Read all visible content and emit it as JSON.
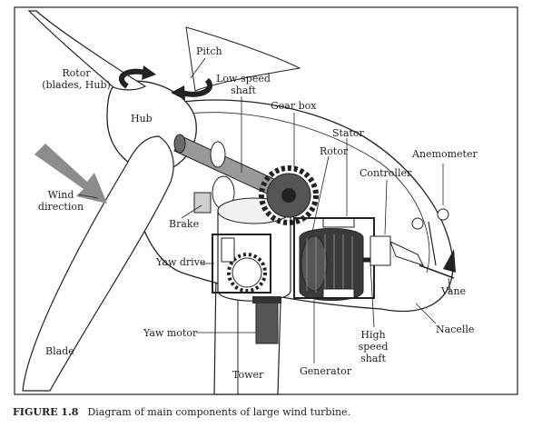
{
  "labels": {
    "pitch": "Pitch",
    "rotor_hub": "Rotor\n(blades, Hub)",
    "low_speed_shaft": "Low-speed\nshaft",
    "gear_box": "Gear box",
    "hub": "Hub",
    "stator": "Stator",
    "rotor": "Rotor",
    "anemometer": "Anemometer",
    "controller": "Controller",
    "wind_direction": "Wind\ndirection",
    "brake": "Brake",
    "yaw_drive": "Yaw drive",
    "vane": "Vane",
    "nacelle": "Nacelle",
    "yaw_motor": "Yaw motor",
    "high_speed_shaft": "High\nspeed\nshaft",
    "blade": "Blade",
    "tower": "Tower",
    "generator": "Generator"
  },
  "caption": {
    "number": "FIGURE 1.8",
    "text": "Diagram of main components of large wind turbine."
  },
  "colors": {
    "line": "#222222",
    "arrow": "#8c8c8c",
    "dark": "#3a3a3a",
    "light": "#e8e8e8"
  }
}
